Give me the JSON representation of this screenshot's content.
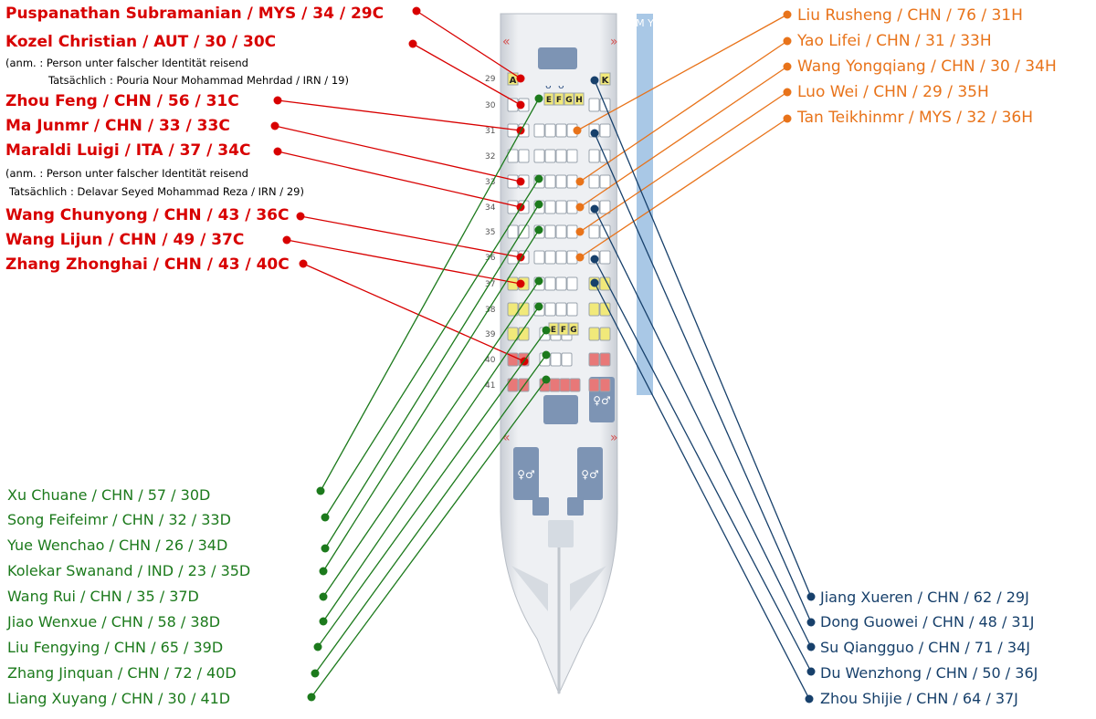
{
  "colors": {
    "red": "#d80000",
    "orange": "#e8731a",
    "green": "#1c7a1c",
    "blue": "#17406b",
    "seat_yellow": "#f1e97a",
    "seat_red": "#e87878",
    "fuselage": "#dfe3e8",
    "strip": "#a9c8e6"
  },
  "seat_map": {
    "rows": [
      "29",
      "30",
      "31",
      "32",
      "33",
      "34",
      "35",
      "36",
      "37",
      "38",
      "39",
      "40",
      "41"
    ],
    "col_a": "A",
    "col_k": "K",
    "mid_cols_row30": [
      "E",
      "F",
      "G",
      "H"
    ],
    "mid_cols_row39": [
      "E",
      "F",
      "G"
    ],
    "strip_text": "M Y",
    "arrow_left": "«",
    "arrow_right": "»"
  },
  "icons": [
    "galley-icon",
    "lavatory-icon",
    "coffee-icon",
    "bassinet-icon",
    "arrow-icon"
  ],
  "red_labels": [
    {
      "text": "Puspanathan Subramanian / MYS / 34 / 29C"
    },
    {
      "text": "Kozel Christian / AUT / 30 / 30C"
    },
    {
      "text": "Zhou Feng / CHN / 56 / 31C"
    },
    {
      "text": "Ma Junmr / CHN / 33 / 33C"
    },
    {
      "text": "Maraldi Luigi / ITA / 37 / 34C"
    },
    {
      "text": "Wang Chunyong / CHN / 43 / 36C"
    },
    {
      "text": "Wang Lijun / CHN / 49 / 37C"
    },
    {
      "text": "Zhang Zhonghai / CHN / 43 / 40C"
    }
  ],
  "notes": [
    {
      "line1": "(anm. : Person unter falscher Identität reisend",
      "line2": "Tatsächlich :  Pouria Nour Mohammad Mehrdad / IRN / 19)"
    },
    {
      "line1": "(anm. : Person unter falscher Identität reisend",
      "line2": "Tatsächlich : Delavar Seyed Mohammad Reza / IRN / 29)"
    }
  ],
  "orange_labels": [
    {
      "text": "Liu Rusheng / CHN / 76 / 31H"
    },
    {
      "text": "Yao Lifei / CHN / 31 / 33H"
    },
    {
      "text": "Wang Yongqiang / CHN / 30 / 34H"
    },
    {
      "text": "Luo Wei / CHN / 29 / 35H"
    },
    {
      "text": "Tan Teikhinmr / MYS / 32 / 36H"
    }
  ],
  "green_labels": [
    {
      "text": "Xu Chuane / CHN / 57 / 30D"
    },
    {
      "text": "Song Feifeimr / CHN / 32 / 33D"
    },
    {
      "text": "Yue Wenchao / CHN / 26 / 34D"
    },
    {
      "text": "Kolekar Swanand / IND / 23 / 35D"
    },
    {
      "text": "Wang Rui / CHN / 35 / 37D"
    },
    {
      "text": "Jiao Wenxue / CHN / 58 / 38D"
    },
    {
      "text": "Liu Fengying / CHN / 65 / 39D"
    },
    {
      "text": "Zhang Jinquan / CHN / 72 / 40D"
    },
    {
      "text": "Liang Xuyang / CHN / 30 / 41D"
    }
  ],
  "blue_labels": [
    {
      "text": "Jiang Xueren / CHN / 62 / 29J"
    },
    {
      "text": "Dong Guowei / CHN / 48 / 31J"
    },
    {
      "text": "Su Qiangguo / CHN / 71 / 34J"
    },
    {
      "text": "Du Wenzhong / CHN / 50 / 36J"
    },
    {
      "text": "Zhou Shijie / CHN / 64 / 37J"
    }
  ]
}
